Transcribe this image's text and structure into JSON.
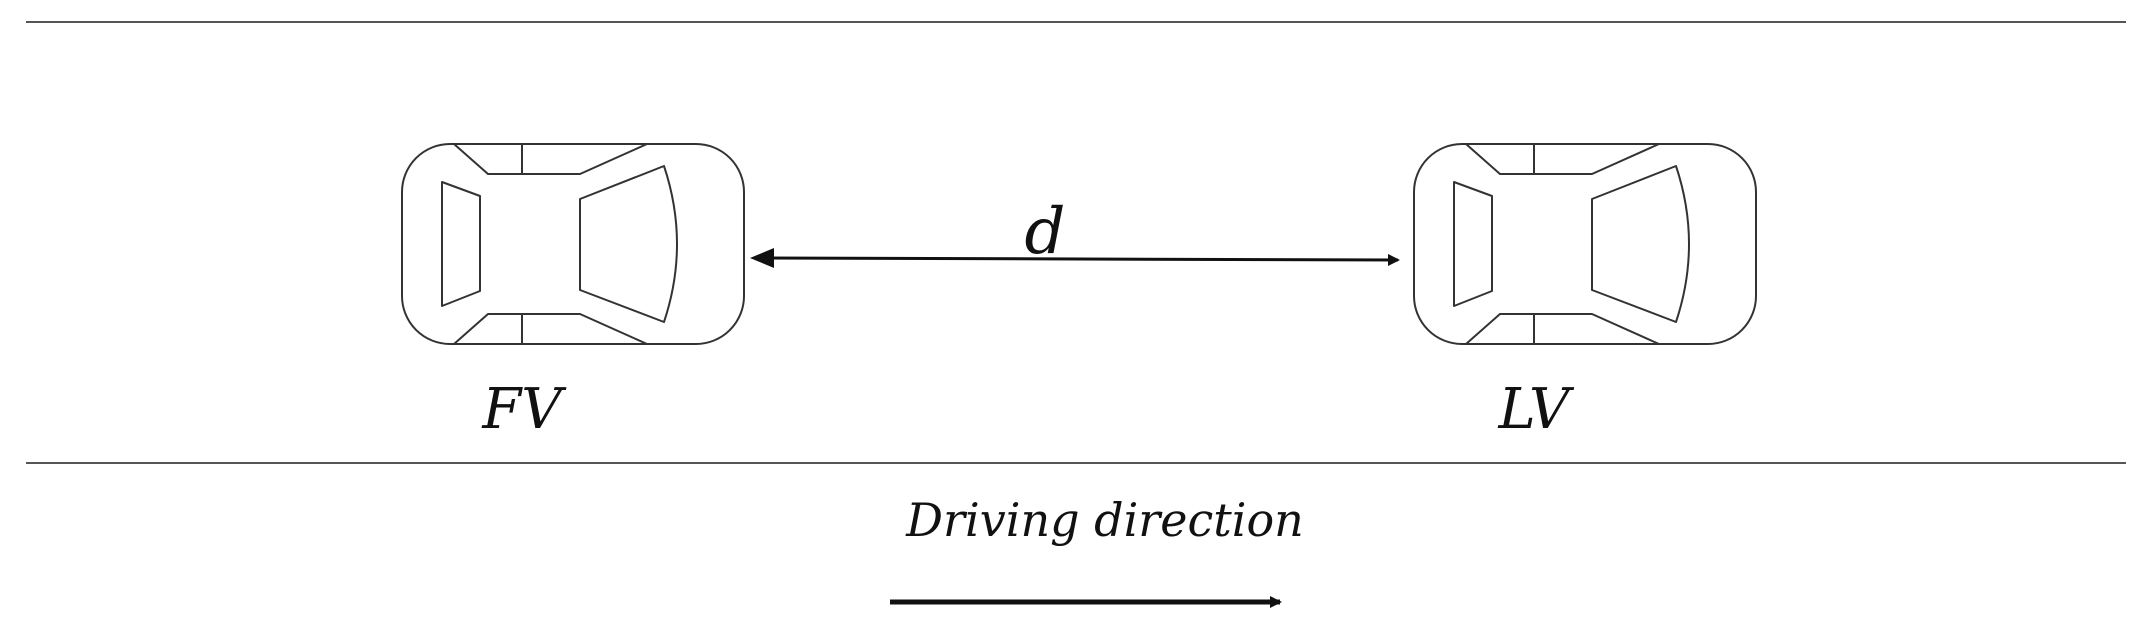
{
  "diagram": {
    "follower_label": "FV",
    "leader_label": "LV",
    "gap_label": "d",
    "direction_label": "Driving direction",
    "colors": {
      "road_line": "#555555",
      "car_outline": "#333333",
      "arrow": "#111111",
      "text": "#111111"
    }
  }
}
